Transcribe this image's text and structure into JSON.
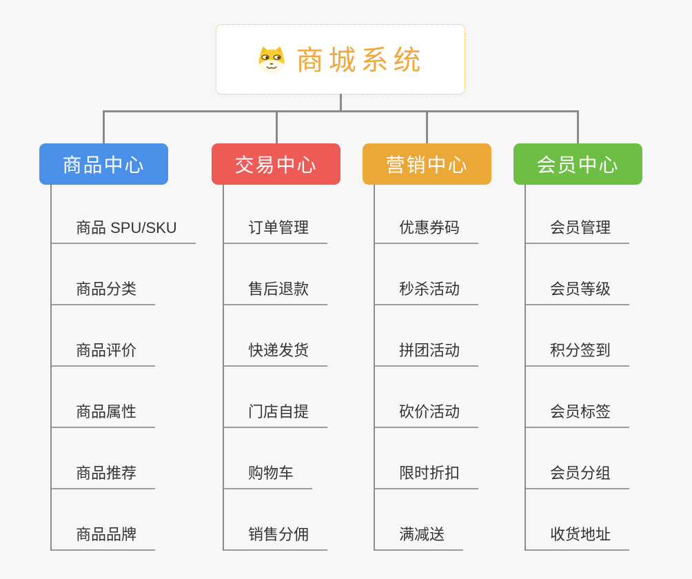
{
  "root": {
    "title": "商城系统",
    "icon": "dog-face-icon"
  },
  "branches": [
    {
      "id": "product-center",
      "label": "商品中心",
      "color": "#4B90E8",
      "items": [
        "商品 SPU/SKU",
        "商品分类",
        "商品评价",
        "商品属性",
        "商品推荐",
        "商品品牌"
      ]
    },
    {
      "id": "trade-center",
      "label": "交易中心",
      "color": "#EE5A56",
      "items": [
        "订单管理",
        "售后退款",
        "快递发货",
        "门店自提",
        "购物车",
        "销售分佣"
      ]
    },
    {
      "id": "marketing-center",
      "label": "营销中心",
      "color": "#EBA838",
      "items": [
        "优惠券码",
        "秒杀活动",
        "拼团活动",
        "砍价活动",
        "限时折扣",
        "满减送"
      ]
    },
    {
      "id": "member-center",
      "label": "会员中心",
      "color": "#6EBE46",
      "items": [
        "会员管理",
        "会员等级",
        "积分签到",
        "会员标签",
        "会员分组",
        "收货地址"
      ]
    }
  ],
  "colors": {
    "background": "#F7F7F7",
    "connector": "#8A8A8A",
    "underline": "#9C9C9C",
    "item_text": "#333333",
    "root_text": "#F0A73E",
    "root_border": "#EFB457",
    "root_bg": "#FFFFFF"
  }
}
